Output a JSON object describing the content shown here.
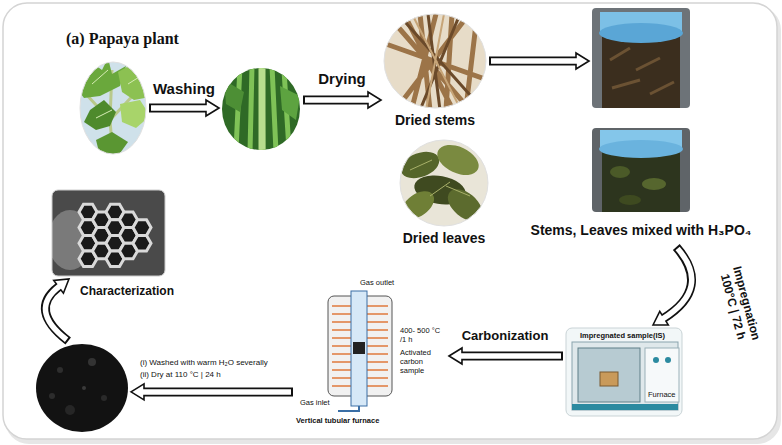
{
  "diagram": {
    "nodes": [
      {
        "text": [
          "(a) Papaya plant"
        ]
      },
      {
        "text": []
      },
      {
        "text": [
          "Dried stems"
        ]
      },
      {
        "text": [
          "Dried leaves"
        ]
      },
      {
        "text": [
          "Stems, Leaves mixed with H₃PO₄"
        ]
      },
      {
        "text": [
          "Impregnated sample(IS)",
          "Furnace"
        ]
      },
      {
        "text": [
          "Gas outlet",
          "400- 500 °C /1 h",
          "Activated carbon sample",
          "Gas inlet",
          "Vertical tubular furnace"
        ]
      },
      {
        "text": []
      },
      {
        "text": []
      }
    ],
    "edges": [
      {
        "from": 0,
        "to": 1,
        "arrow": "to",
        "label": "Washing"
      },
      {
        "from": 1,
        "to": 2,
        "arrow": "to",
        "label": "Drying"
      },
      {
        "from": 2,
        "to": 4,
        "arrow": "to"
      },
      {
        "from": 4,
        "to": 5,
        "arrow": "to",
        "label": "Impregnation 100°C | 72 h"
      },
      {
        "from": 5,
        "to": 6,
        "arrow": "to",
        "label": "Carbonization"
      },
      {
        "from": 6,
        "to": 7,
        "arrow": "to",
        "label": "(i) Washed with warm H₂O severally"
      },
      {
        "from": 7,
        "to": 8,
        "arrow": "to",
        "label": "Characterization"
      }
    ],
    "labels": [
      "(ii) Dry at 110 °C | 24 h"
    ]
  }
}
